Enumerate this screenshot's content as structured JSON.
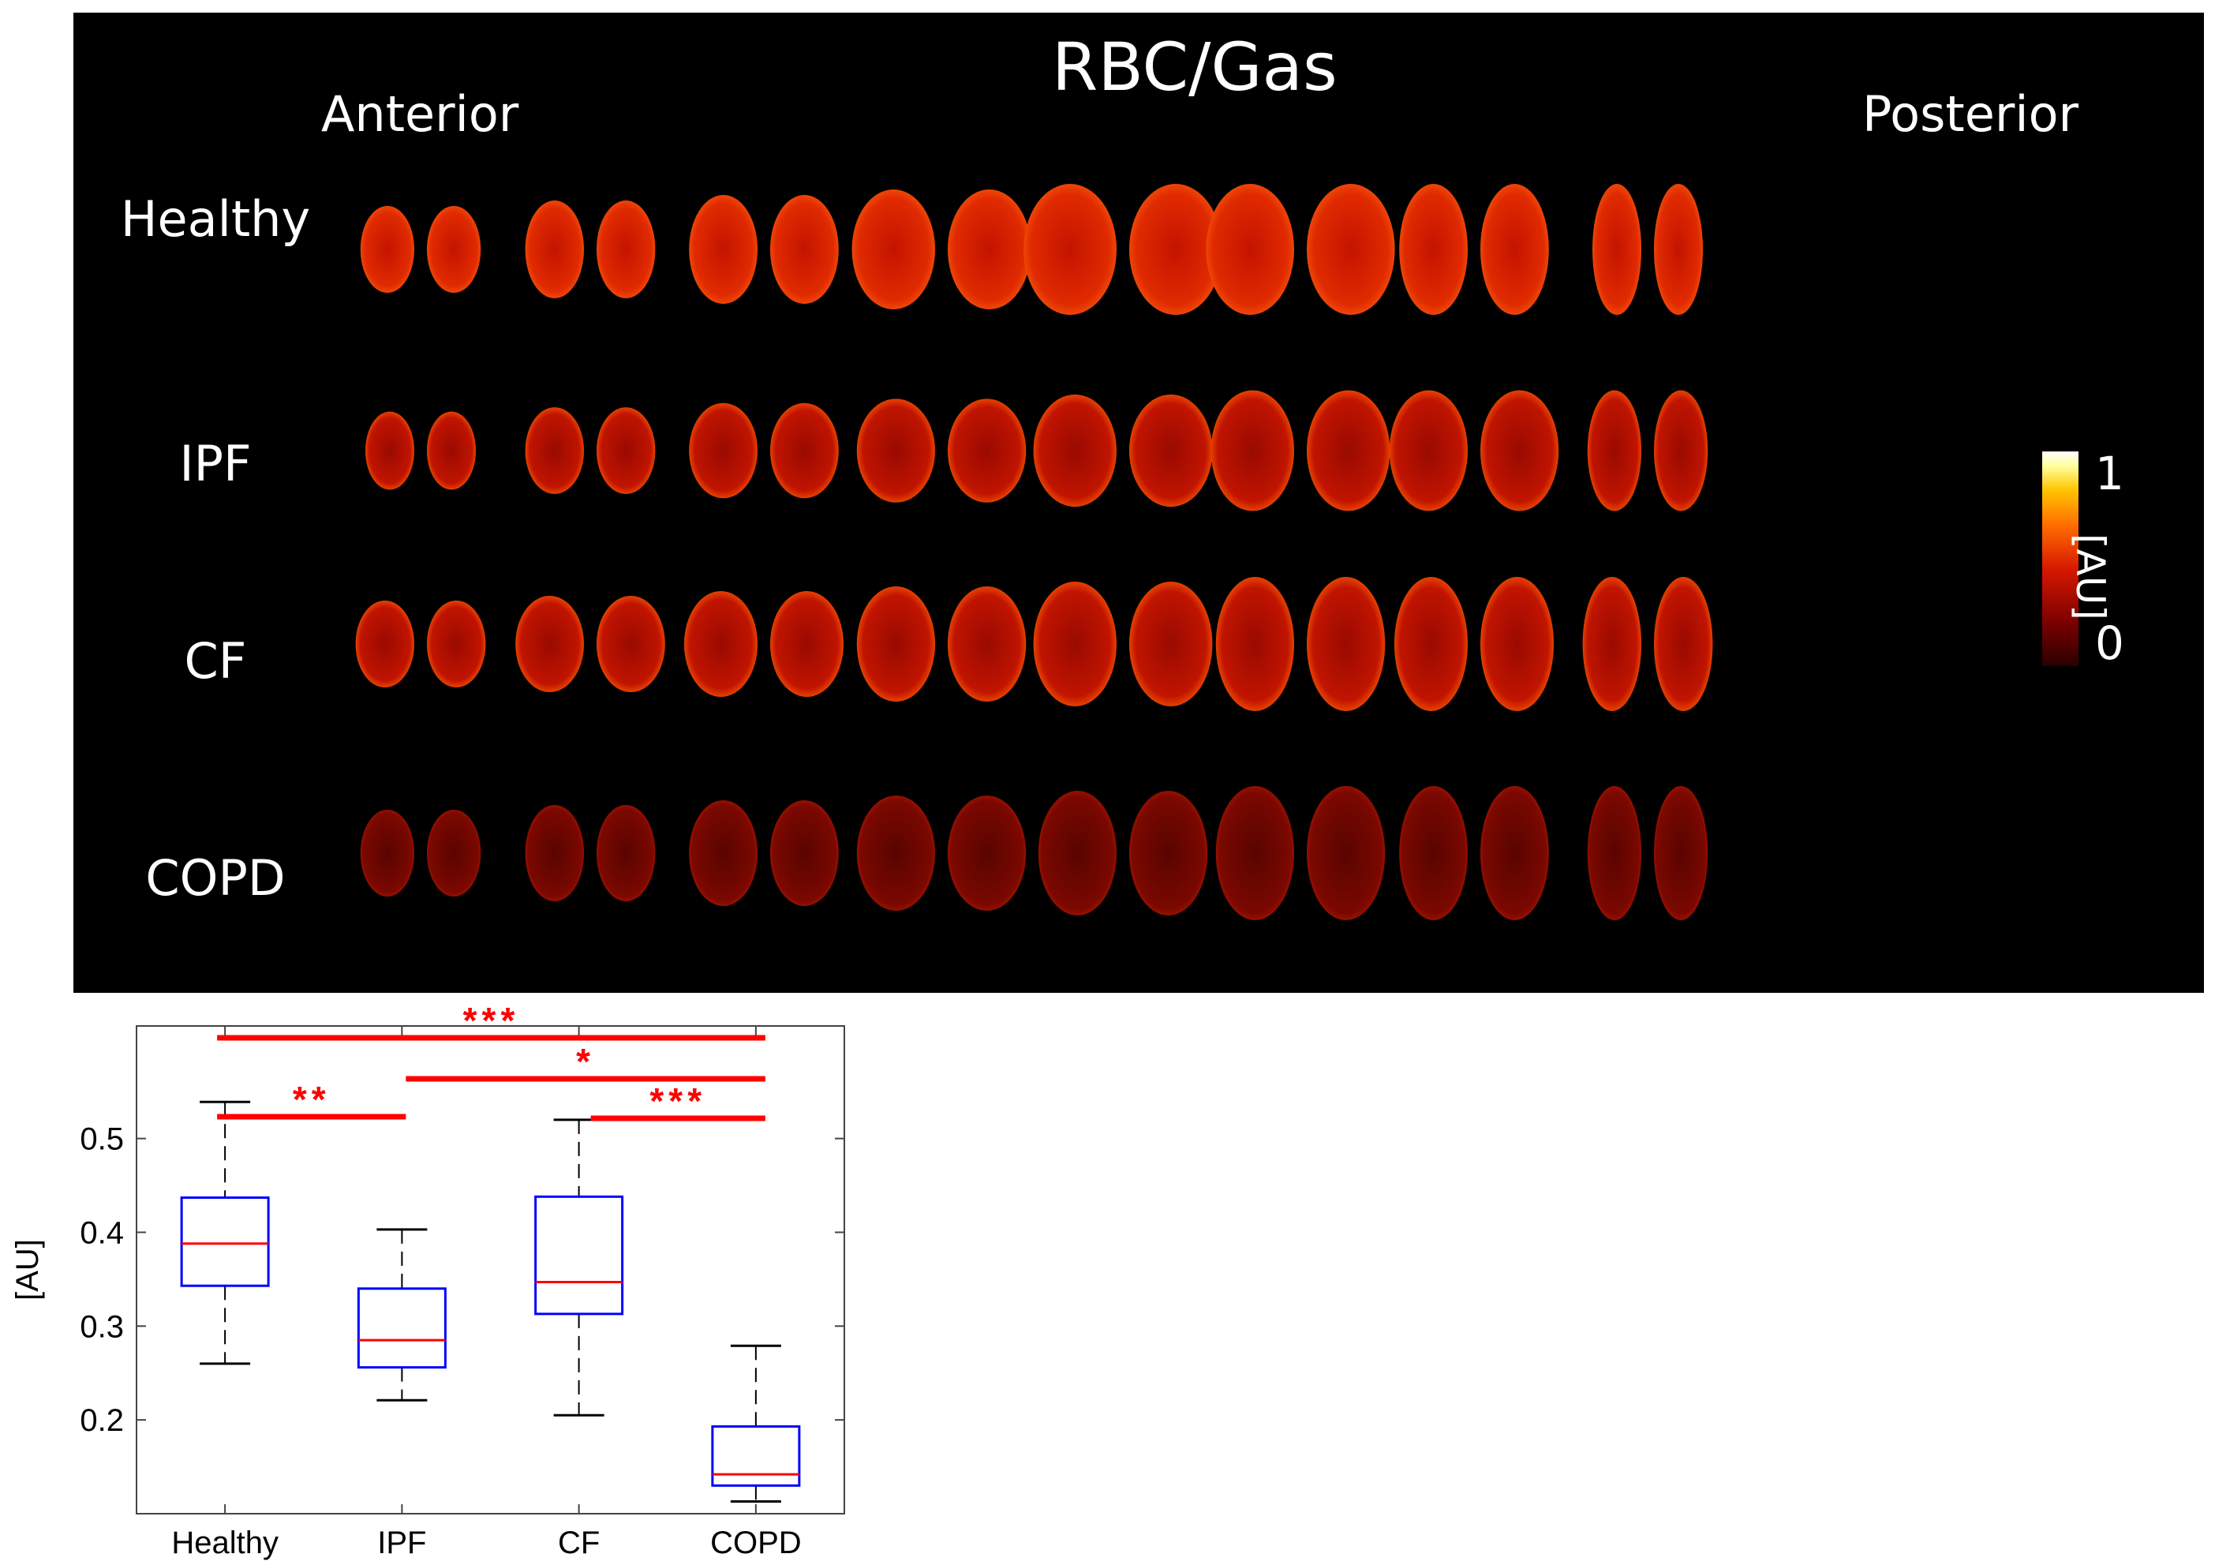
{
  "images": {
    "title": "RBC/Gas",
    "anterior_label": "Anterior",
    "posterior_label": "Posterior",
    "rows": [
      "Healthy",
      "IPF",
      "CF",
      "COPD"
    ],
    "colorbar": {
      "max_label": "1",
      "min_label": "0",
      "unit_label": "[AU]"
    },
    "colormap": [
      "#2a0000",
      "#7a0000",
      "#d61800",
      "#ff6a00",
      "#ffc400",
      "#ffffff"
    ]
  },
  "chart_data": {
    "type": "box",
    "title": "",
    "xlabel": "",
    "ylabel": "[AU]",
    "categories": [
      "Healthy",
      "IPF",
      "CF",
      "COPD"
    ],
    "ylim": [
      0.1,
      0.62
    ],
    "yticks": [
      0.2,
      0.3,
      0.4,
      0.5
    ],
    "ytick_labels": [
      "0.2",
      "0.3",
      "0.4",
      "0.5"
    ],
    "boxes": [
      {
        "category": "Healthy",
        "whisker_low": 0.26,
        "q1": 0.343,
        "median": 0.388,
        "q3": 0.437,
        "whisker_high": 0.539
      },
      {
        "category": "IPF",
        "whisker_low": 0.221,
        "q1": 0.256,
        "median": 0.285,
        "q3": 0.34,
        "whisker_high": 0.403
      },
      {
        "category": "CF",
        "whisker_low": 0.205,
        "q1": 0.313,
        "median": 0.347,
        "q3": 0.438,
        "whisker_high": 0.52
      },
      {
        "category": "COPD",
        "whisker_low": 0.113,
        "q1": 0.13,
        "median": 0.142,
        "q3": 0.193,
        "whisker_high": 0.279
      }
    ],
    "significance": [
      {
        "from": "Healthy",
        "to": "COPD",
        "label": "***"
      },
      {
        "from": "Healthy",
        "to": "IPF",
        "label": "**"
      },
      {
        "from": "IPF",
        "to": "COPD",
        "label": "*"
      },
      {
        "from": "CF",
        "to": "COPD",
        "label": "***"
      }
    ],
    "colors": {
      "box": "#0000ff",
      "median": "#ff0000",
      "whisker": "#000000",
      "significance": "#ff0000"
    }
  }
}
